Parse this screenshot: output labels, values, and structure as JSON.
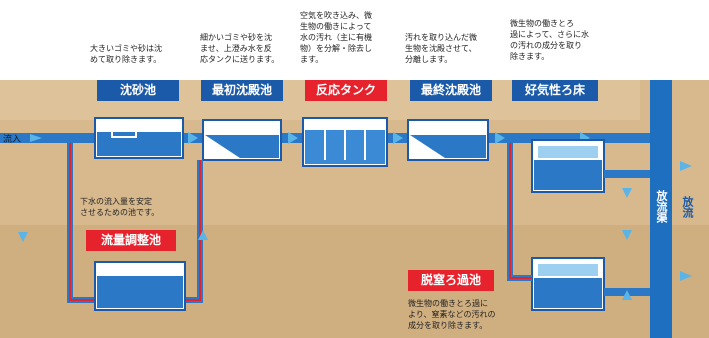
{
  "stages": [
    {
      "label": "沈砂池",
      "style": "blue",
      "desc": "大きいゴミや砂は沈\nめて取り除きます。"
    },
    {
      "label": "最初沈殿池",
      "style": "blue",
      "desc": "細かいゴミや砂を沈\nませ、上澄み水を反\n応タンクに送ります。"
    },
    {
      "label": "反応タンク",
      "style": "red",
      "desc": "空気を吹き込み、微\n生物の働きによって\n水の汚れ（主に有機\n物）を分解・除去し\nます。"
    },
    {
      "label": "最終沈殿池",
      "style": "blue",
      "desc": "汚れを取り込んだ微\n生物を沈殿させて、\n分離します。"
    },
    {
      "label": "好気性ろ床",
      "style": "blue",
      "desc": "微生物の働きとろ\n過によって、さらに水\nの汚れの成分を取り\n除きます。"
    }
  ],
  "inflow_label": "流入",
  "buffer": {
    "label": "流量調整池",
    "desc": "下水の流入量を安定\nさせるための池です。"
  },
  "denitrify": {
    "label": "脱窒ろ過池",
    "desc": "微生物の働きとろ過に\nより、窒素などの汚れの\n成分を取り除きます。"
  },
  "outfall_label": "放流渠",
  "discharge_label": "放流",
  "colors": {
    "ground": "#c9a67a",
    "deep_ground": "#d7b88d",
    "water": "#2a78c6",
    "pipe_red": "#e6232d",
    "arrow": "#5ab4e6",
    "label_blue": "#1a5aa8",
    "label_red": "#e6232d"
  }
}
